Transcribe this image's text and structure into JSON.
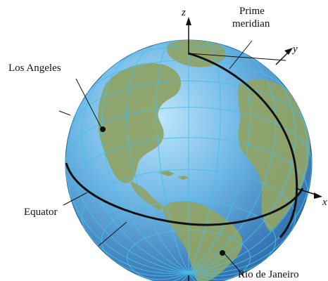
{
  "labels": {
    "z_axis": "z",
    "y_axis": "y",
    "x_axis": "x",
    "prime_meridian_line1": "Prime",
    "prime_meridian_line2": "meridian",
    "los_angeles": "Los Angeles",
    "equator": "Equator",
    "rio": "Rio de Janeiro"
  },
  "colors": {
    "ocean": "#5aa9dc",
    "ocean_dark": "#2f6fb0",
    "land": "#8fa368",
    "grid": "#46c0e8",
    "lines": "#111111"
  }
}
